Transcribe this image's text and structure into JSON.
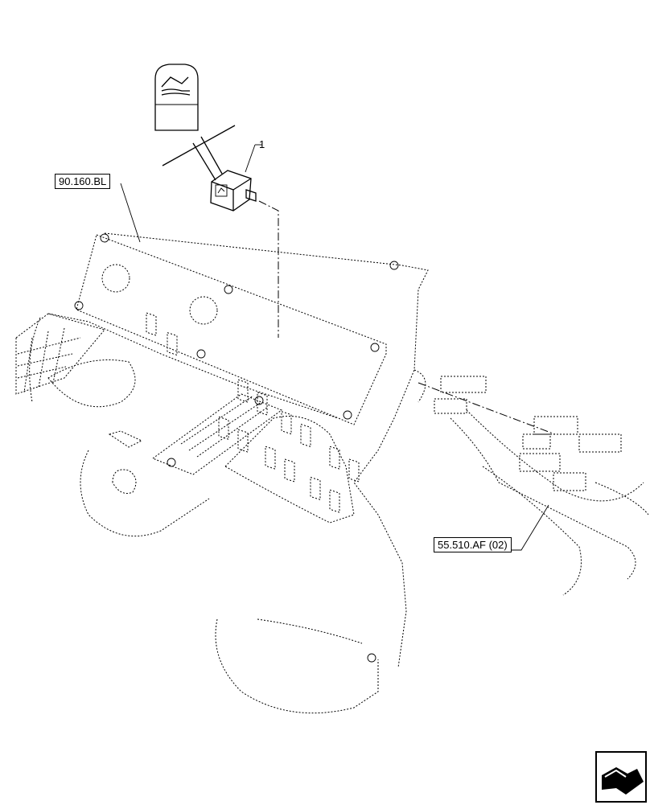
{
  "labels": {
    "ref_panel": "90.160.BL",
    "ref_harness": "55.510.AF (02)",
    "callout_item": "1"
  },
  "icons": {
    "symbol_card": "switch-symbol-icon",
    "nav_button": "next-page-arrow-icon"
  }
}
